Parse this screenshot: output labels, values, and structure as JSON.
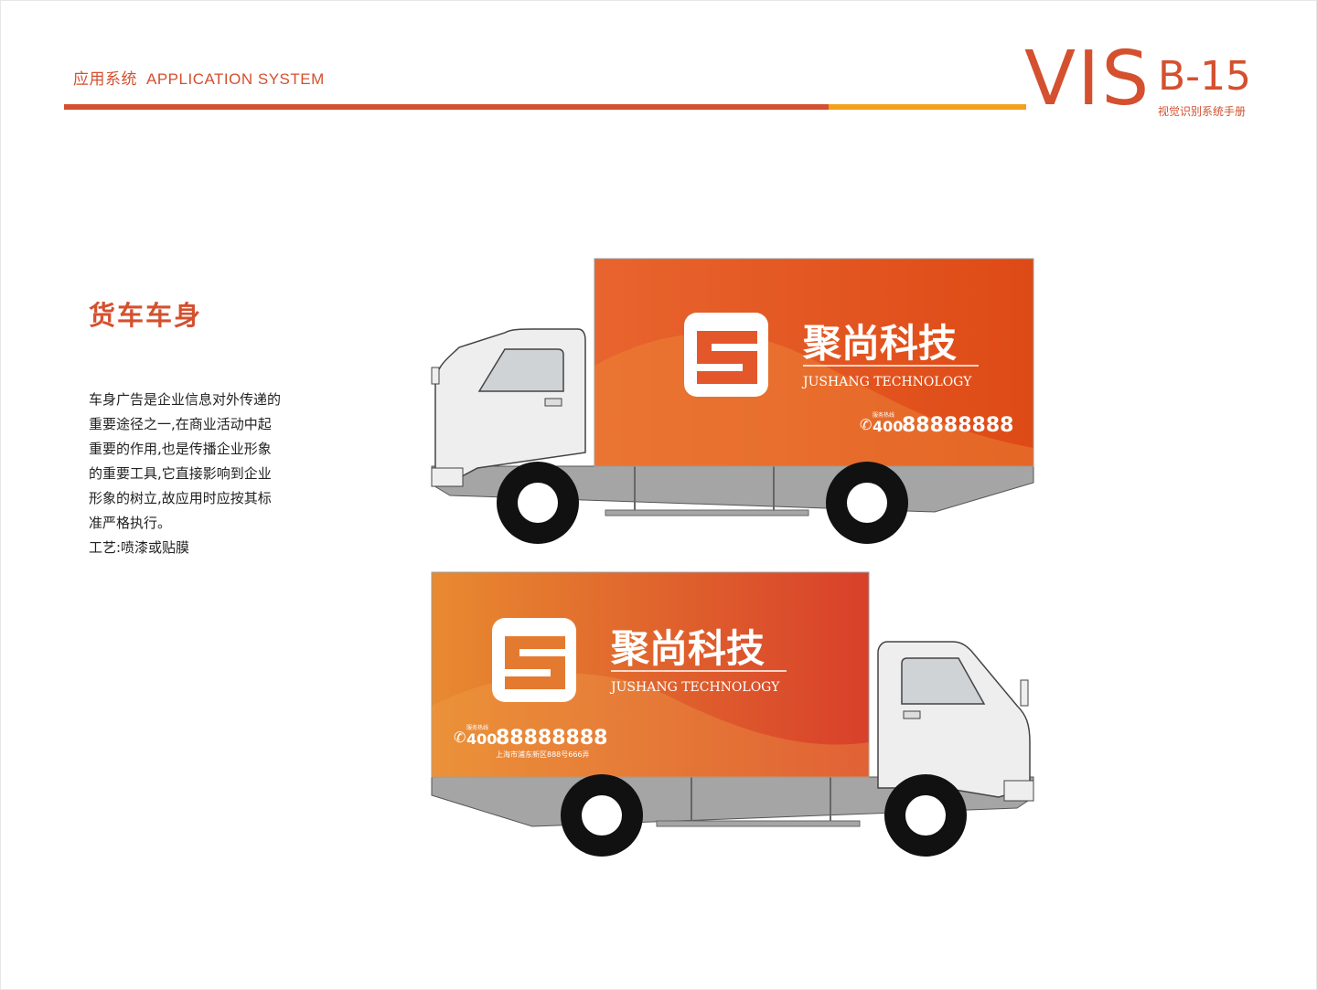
{
  "header": {
    "category_cn": "应用系统",
    "category_en": "APPLICATION SYSTEM",
    "brand_mark": "VIS",
    "page_code": "B-15",
    "manual_title": "视觉识别系统手册"
  },
  "section": {
    "title": "货车车身",
    "body_lines": [
      "车身广告是企业信息对外传递的",
      "重要途径之一,在商业活动中起",
      "重要的作用,也是传播企业形象",
      "的重要工具,它直接影响到企业",
      "形象的树立,故应用时应按其标",
      "准严格执行。",
      "工艺:喷漆或贴膜"
    ]
  },
  "truck_graphics": {
    "company_cn": "聚尚科技",
    "company_en": "JUSHANG TECHNOLOGY",
    "hotline_label": "服务热线",
    "hotline_prefix": "400",
    "hotline_number": "88888888",
    "address": "上海市浦东新区888号666弄"
  },
  "colors": {
    "accent_red": "#d4502f",
    "accent_yellow": "#f2a11a",
    "body_orange": "#e4572a",
    "chassis_gray": "#a5a5a5",
    "cab_light": "#eeeeee"
  }
}
